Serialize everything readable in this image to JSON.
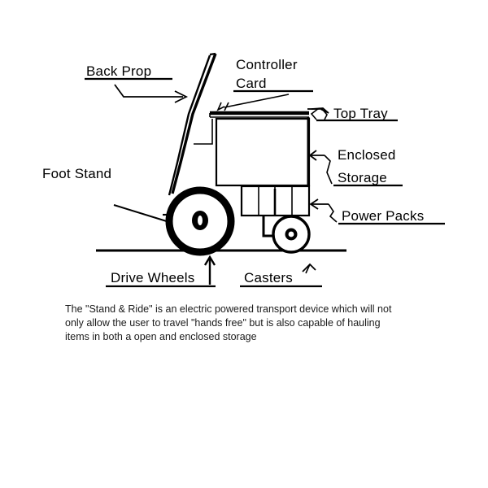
{
  "figure": {
    "title_alt": "Stand & Ride electric powered transport device",
    "background": "#ffffff",
    "ink": "#000000"
  },
  "labels": {
    "back_prop": "Back Prop",
    "controller_card_line1": "Controller",
    "controller_card_line2": "Card",
    "top_tray": "Top Tray",
    "enclosed_storage_line1": "Enclosed",
    "enclosed_storage_line2": "Storage",
    "power_packs": "Power Packs",
    "foot_stand": "Foot Stand",
    "drive_wheels": "Drive Wheels",
    "casters": "Casters"
  },
  "caption": {
    "line1": "The \"Stand & Ride\" is an electric powered transport device which will not",
    "line2": "only allow the user to travel \"hands free\" but is also capable of hauling",
    "line3": "items in both a open and enclosed storage"
  },
  "parts": {
    "drive_wheel": "drive-wheel",
    "caster_wheel": "caster-wheel",
    "ground_line": "ground-line",
    "handle_post": "back-prop-post",
    "tray": "top-tray-bar",
    "storage_box": "enclosed-storage-box",
    "power_cell_count": 4
  }
}
